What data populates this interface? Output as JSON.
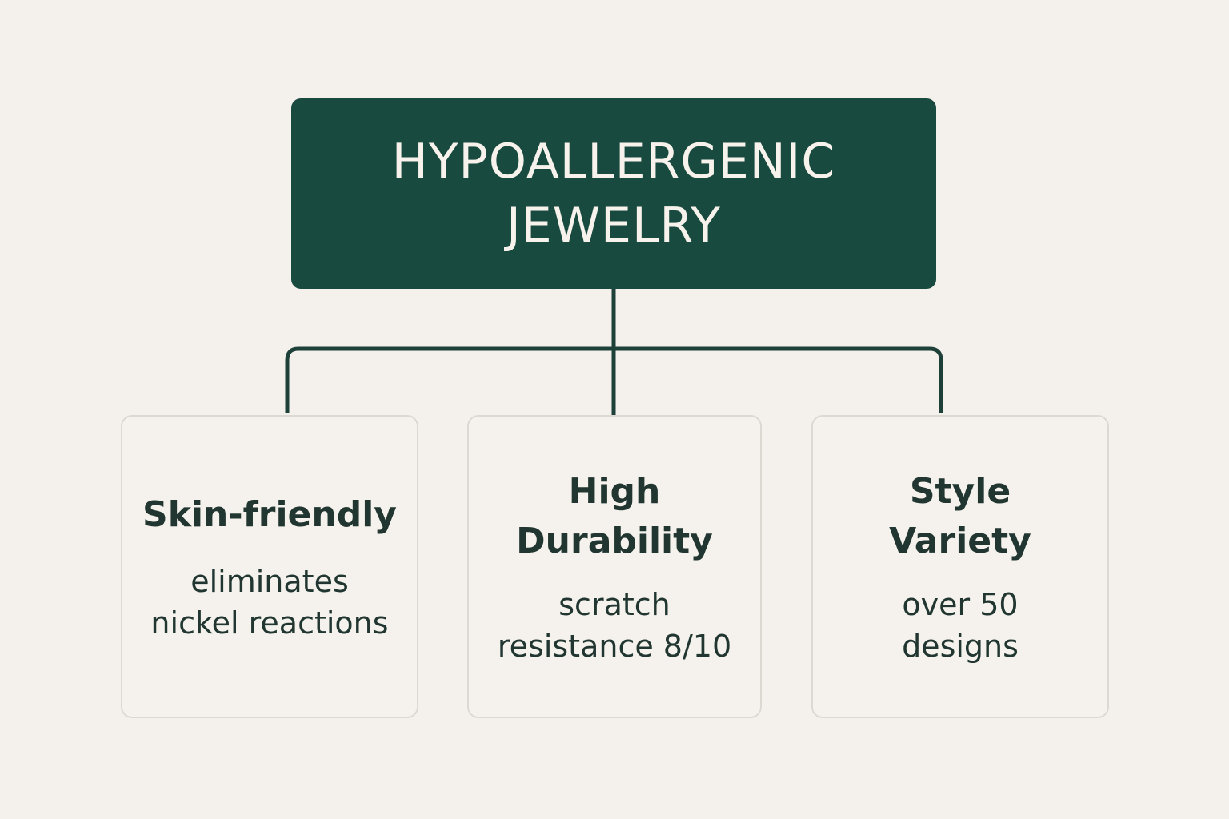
{
  "colors": {
    "background": "#f4f1ec",
    "root_fill": "#194a3f",
    "root_text": "#f7f3ec",
    "connector": "#1d4038",
    "card_border": "#dcd9d3",
    "card_text": "#213630"
  },
  "root": {
    "line1": "HYPOALLERGENIC",
    "line2": "JEWELRY"
  },
  "cards": [
    {
      "title_lines": [
        "Skin-friendly"
      ],
      "desc_lines": [
        "eliminates",
        "nickel reactions"
      ]
    },
    {
      "title_lines": [
        "High",
        "Durability"
      ],
      "desc_lines": [
        "scratch",
        "resistance 8/10"
      ]
    },
    {
      "title_lines": [
        "Style",
        "Variety"
      ],
      "desc_lines": [
        "over 50",
        "designs"
      ]
    }
  ]
}
